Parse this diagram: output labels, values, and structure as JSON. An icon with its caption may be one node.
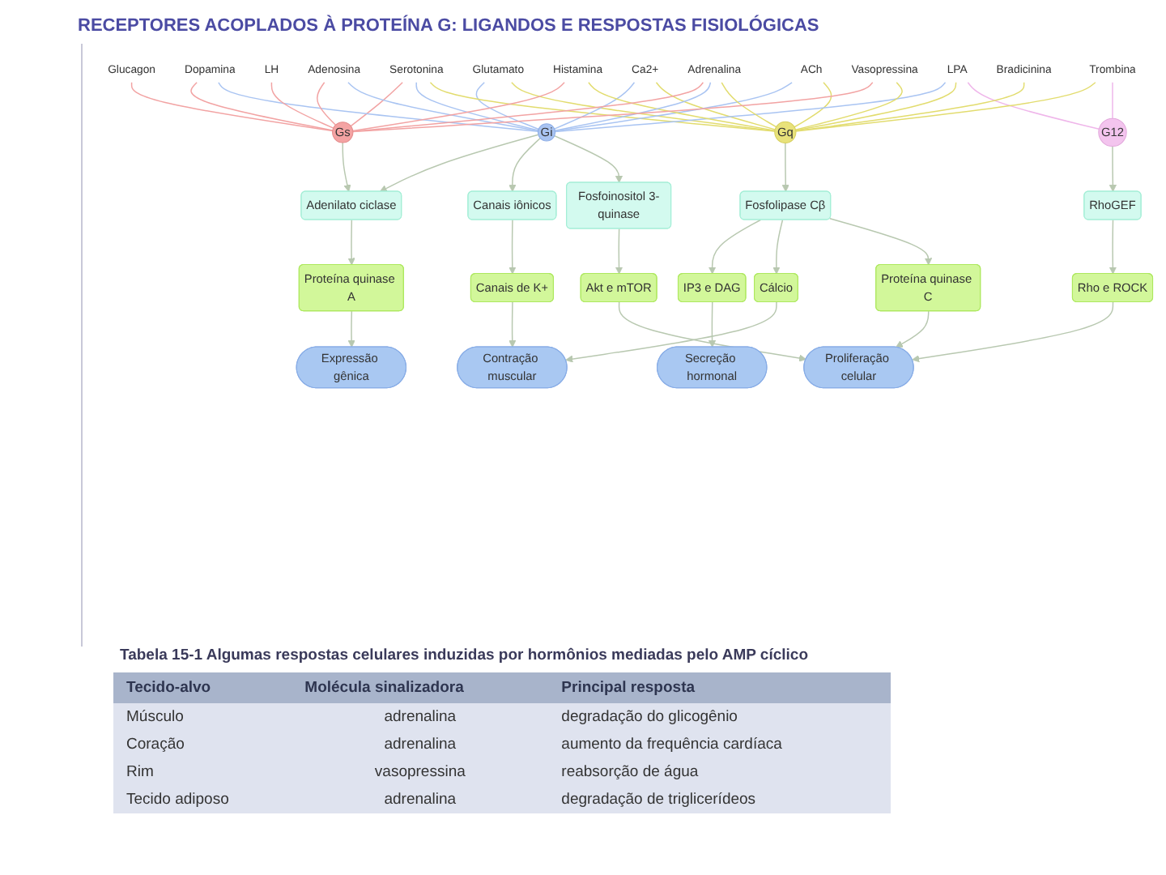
{
  "diagram": {
    "title": "RECEPTORES ACOPLADOS À PROTEÍNA G: LIGANDOS E RESPOSTAS FISIOLÓGICAS",
    "caption": "Tabela 15-1 Algumas respostas celulares induzidas por hormônios mediadas pelo AMP cíclico",
    "nodes": [
      {
        "text": [
          "Glutamato"
        ]
      },
      {
        "text": [
          "Serotonina"
        ]
      },
      {
        "text": [
          "Ca2+"
        ]
      },
      {
        "text": [
          "ACh"
        ]
      },
      {
        "text": [
          "LPA"
        ]
      },
      {
        "text": [
          "Dopamina"
        ]
      },
      {
        "text": [
          "Adenosina"
        ]
      },
      {
        "text": [
          "Histamina"
        ]
      },
      {
        "text": [
          "Bradicinina"
        ]
      },
      {
        "text": [
          "Glucagon"
        ]
      },
      {
        "text": [
          "Adrenalina"
        ]
      },
      {
        "text": [
          "Vasopressina"
        ]
      },
      {
        "text": [
          "LH"
        ]
      },
      {
        "text": [
          "Trombina"
        ]
      },
      {
        "text": [
          "Gs"
        ]
      },
      {
        "text": [
          "Gi"
        ]
      },
      {
        "text": [
          "Gq"
        ]
      },
      {
        "text": [
          "G12"
        ]
      },
      {
        "text": [
          "Adenilato ciclase"
        ]
      },
      {
        "text": [
          "Canais iônicos"
        ]
      },
      {
        "text": [
          "Fosfolipase Cβ"
        ]
      },
      {
        "text": [
          "Fosfoinositol 3-quinase"
        ]
      },
      {
        "text": [
          "RhoGEF"
        ]
      },
      {
        "text": [
          "Proteína quinase A"
        ]
      },
      {
        "text": [
          "Canais de K+"
        ]
      },
      {
        "text": [
          "IP3 e DAG"
        ]
      },
      {
        "text": [
          "Cálcio"
        ]
      },
      {
        "text": [
          "Proteína quinase C"
        ]
      },
      {
        "text": [
          "Akt e mTOR"
        ]
      },
      {
        "text": [
          "Rho e ROCK"
        ]
      },
      {
        "text": [
          "Expressão gênica"
        ]
      },
      {
        "text": [
          "Contração muscular"
        ]
      },
      {
        "text": [
          "Secreção hormonal"
        ]
      },
      {
        "text": [
          "Proliferação celular"
        ]
      }
    ],
    "edges": [
      {
        "from": 0,
        "to": 15,
        "arrow": "none",
        "color": "#a9c4f2"
      },
      {
        "from": 0,
        "to": 16,
        "arrow": "none",
        "color": "#e2dc6e"
      },
      {
        "from": 1,
        "to": 14,
        "arrow": "none",
        "color": "#f2a3a3"
      },
      {
        "from": 1,
        "to": 15,
        "arrow": "none",
        "color": "#a9c4f2"
      },
      {
        "from": 1,
        "to": 16,
        "arrow": "none",
        "color": "#e2dc6e"
      },
      {
        "from": 2,
        "to": 15,
        "arrow": "none",
        "color": "#a9c4f2"
      },
      {
        "from": 2,
        "to": 16,
        "arrow": "none",
        "color": "#e2dc6e"
      },
      {
        "from": 3,
        "to": 15,
        "arrow": "none",
        "color": "#a9c4f2"
      },
      {
        "from": 3,
        "to": 16,
        "arrow": "none",
        "color": "#e2dc6e"
      },
      {
        "from": 4,
        "to": 15,
        "arrow": "none",
        "color": "#a9c4f2"
      },
      {
        "from": 4,
        "to": 16,
        "arrow": "none",
        "color": "#e2dc6e"
      },
      {
        "from": 4,
        "to": 17,
        "arrow": "none",
        "color": "#efb6ea"
      },
      {
        "from": 5,
        "to": 14,
        "arrow": "none",
        "color": "#f2a3a3"
      },
      {
        "from": 5,
        "to": 15,
        "arrow": "none",
        "color": "#a9c4f2"
      },
      {
        "from": 6,
        "to": 14,
        "arrow": "none",
        "color": "#f2a3a3"
      },
      {
        "from": 6,
        "to": 15,
        "arrow": "none",
        "color": "#a9c4f2"
      },
      {
        "from": 7,
        "to": 14,
        "arrow": "none",
        "color": "#f2a3a3"
      },
      {
        "from": 7,
        "to": 16,
        "arrow": "none",
        "color": "#e2dc6e"
      },
      {
        "from": 8,
        "to": 16,
        "arrow": "none",
        "color": "#e2dc6e"
      },
      {
        "from": 9,
        "to": 14,
        "arrow": "none",
        "color": "#f2a3a3"
      },
      {
        "from": 10,
        "to": 14,
        "arrow": "none",
        "color": "#f2a3a3"
      },
      {
        "from": 10,
        "to": 15,
        "arrow": "none",
        "color": "#a9c4f2"
      },
      {
        "from": 10,
        "to": 16,
        "arrow": "none",
        "color": "#e2dc6e"
      },
      {
        "from": 11,
        "to": 14,
        "arrow": "none",
        "color": "#f2a3a3"
      },
      {
        "from": 11,
        "to": 16,
        "arrow": "none",
        "color": "#e2dc6e"
      },
      {
        "from": 12,
        "to": 14,
        "arrow": "none",
        "color": "#f2a3a3"
      },
      {
        "from": 13,
        "to": 16,
        "arrow": "none",
        "color": "#e2dc6e"
      },
      {
        "from": 13,
        "to": 17,
        "arrow": "none",
        "color": "#efb6ea"
      },
      {
        "from": 14,
        "to": 18,
        "arrow": "to"
      },
      {
        "from": 15,
        "to": 18,
        "arrow": "to"
      },
      {
        "from": 15,
        "to": 19,
        "arrow": "to"
      },
      {
        "from": 16,
        "to": 20,
        "arrow": "to"
      },
      {
        "from": 15,
        "to": 21,
        "arrow": "to"
      },
      {
        "from": 17,
        "to": 22,
        "arrow": "to"
      },
      {
        "from": 18,
        "to": 23,
        "arrow": "to"
      },
      {
        "from": 19,
        "to": 24,
        "arrow": "to"
      },
      {
        "from": 20,
        "to": 25,
        "arrow": "to"
      },
      {
        "from": 20,
        "to": 26,
        "arrow": "to"
      },
      {
        "from": 20,
        "to": 27,
        "arrow": "to"
      },
      {
        "from": 21,
        "to": 28,
        "arrow": "to"
      },
      {
        "from": 22,
        "to": 29,
        "arrow": "to"
      },
      {
        "from": 23,
        "to": 30,
        "arrow": "to"
      },
      {
        "from": 24,
        "to": 31,
        "arrow": "to"
      },
      {
        "from": 25,
        "to": 32,
        "arrow": "to"
      },
      {
        "from": 26,
        "to": 31,
        "arrow": "to"
      },
      {
        "from": 27,
        "to": 33,
        "arrow": "to"
      },
      {
        "from": 28,
        "to": 33,
        "arrow": "to"
      },
      {
        "from": 29,
        "to": 33,
        "arrow": "to"
      }
    ],
    "labels": [
      "Tecido-alvo",
      "Molécula sinalizadora",
      "Principal resposta",
      "Músculo",
      "adrenalina",
      "degradação do glicogênio",
      "Coração",
      "adrenalina",
      "aumento da frequência cardíaca",
      "Rim",
      "vasopressina",
      "reabsorção de água",
      "Tecido adiposo",
      "adrenalina",
      "degradação de triglicerídeos"
    ]
  }
}
